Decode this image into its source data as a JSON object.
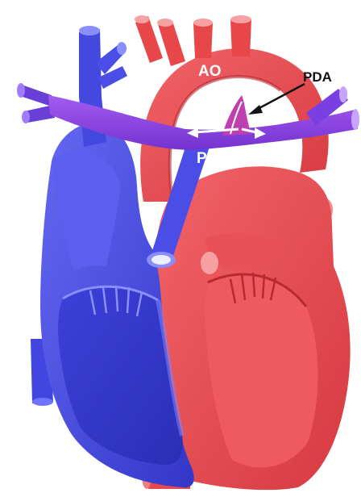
{
  "labels": {
    "aorta": "AO",
    "pulmonary_artery": "PA",
    "ductus": "PDA"
  },
  "colors": {
    "oxygenated_red": "#e8474a",
    "oxygenated_dark": "#b82a31",
    "deoxygenated_blue": "#4a4ee6",
    "deoxygenated_dark": "#2327b0",
    "mixed_purple": "#8a3fe0",
    "label_text": "#111111"
  }
}
